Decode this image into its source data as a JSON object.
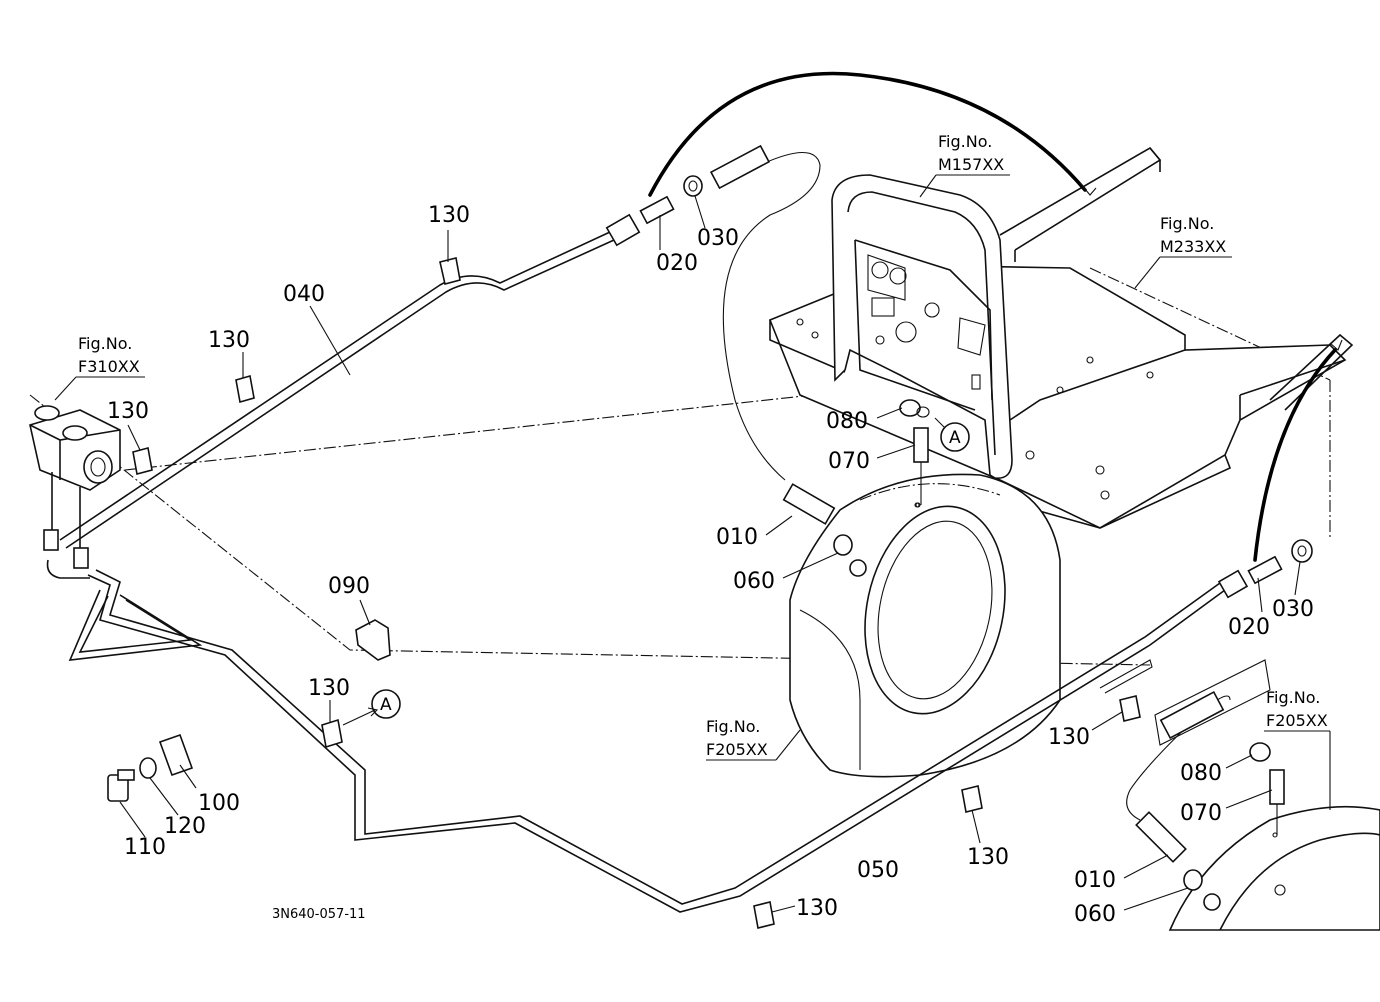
{
  "figure_refs": {
    "m157": {
      "label": "Fig.No.",
      "code": "M157XX"
    },
    "m233": {
      "label": "Fig.No.",
      "code": "M233XX"
    },
    "f310": {
      "label": "Fig.No.",
      "code": "F310XX"
    },
    "f205_center": {
      "label": "Fig.No.",
      "code": "F205XX"
    },
    "f205_right": {
      "label": "Fig.No.",
      "code": "F205XX"
    }
  },
  "part_numbers": {
    "p010a": "010",
    "p010b": "010",
    "p020a": "020",
    "p020b": "020",
    "p030a": "030",
    "p030b": "030",
    "p040": "040",
    "p050": "050",
    "p060a": "060",
    "p060b": "060",
    "p070a": "070",
    "p070b": "070",
    "p080a": "080",
    "p080b": "080",
    "p090": "090",
    "p100": "100",
    "p110": "110",
    "p120": "120",
    "p130a": "130",
    "p130b": "130",
    "p130c": "130",
    "p130d": "130",
    "p130e": "130",
    "p130f": "130",
    "p130g": "130"
  },
  "view_marks": {
    "a1": "A",
    "a2": "A"
  },
  "diagram_code": "3N640-057-11"
}
